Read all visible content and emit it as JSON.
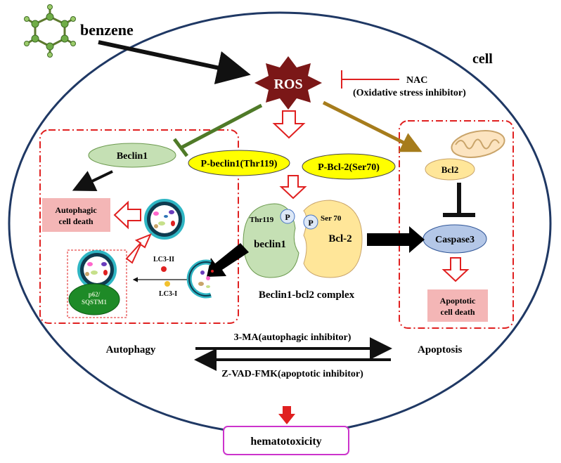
{
  "labels": {
    "benzene": "benzene",
    "cell": "cell",
    "ros": "ROS",
    "nac": "NAC",
    "nac_desc": "(Oxidative stress inhibitor)",
    "beclin1": "Beclin1",
    "p_beclin1": "P-beclin1(Thr119)",
    "p_bcl2": "P-Bcl-2(Ser70)",
    "bcl2": "Bcl2",
    "caspase3": "Caspase3",
    "apoptotic_death_line1": "Apoptotic",
    "apoptotic_death_line2": "cell death",
    "autophagic_death_line1": "Autophagic",
    "autophagic_death_line2": "cell death",
    "thr119": "Thr119",
    "ser70": "Ser 70",
    "phospho": "P",
    "beclin1_lower": "beclin1",
    "bcl_2": "Bcl-2",
    "complex": "Beclin1-bcl2 complex",
    "lc3_ii": "LC3-II",
    "lc3_i": "LC3-I",
    "p62_line1": "p62/",
    "p62_line2": "SQSTM1",
    "autophagy": "Autophagy",
    "apoptosis": "Apoptosis",
    "ma3": "3-MA(autophagic inhibitor)",
    "zvad": "Z-VAD-FMK(apoptotic inhibitor)",
    "hematotoxicity": "hematotoxicity"
  },
  "colors": {
    "cell_border": "#1f3864",
    "dashed_box": "#e02020",
    "inhibit_red": "#e02020",
    "green_arrow": "#4f7a28",
    "gold_arrow": "#a67c1c",
    "ros_star": "#7b1717",
    "beclin_fill": "#c5e0b4",
    "yellow_pill": "#ffff00",
    "bcl2_fill": "#ffe699",
    "caspase_fill": "#b4c7e7",
    "death_box": "#f4b6b6",
    "hemato_border": "#cc33cc"
  },
  "icons": [
    "benzene-molecule-icon",
    "mitochondrion-icon",
    "autolysosome-icon",
    "autophagosome-icon",
    "phagophore-icon"
  ]
}
